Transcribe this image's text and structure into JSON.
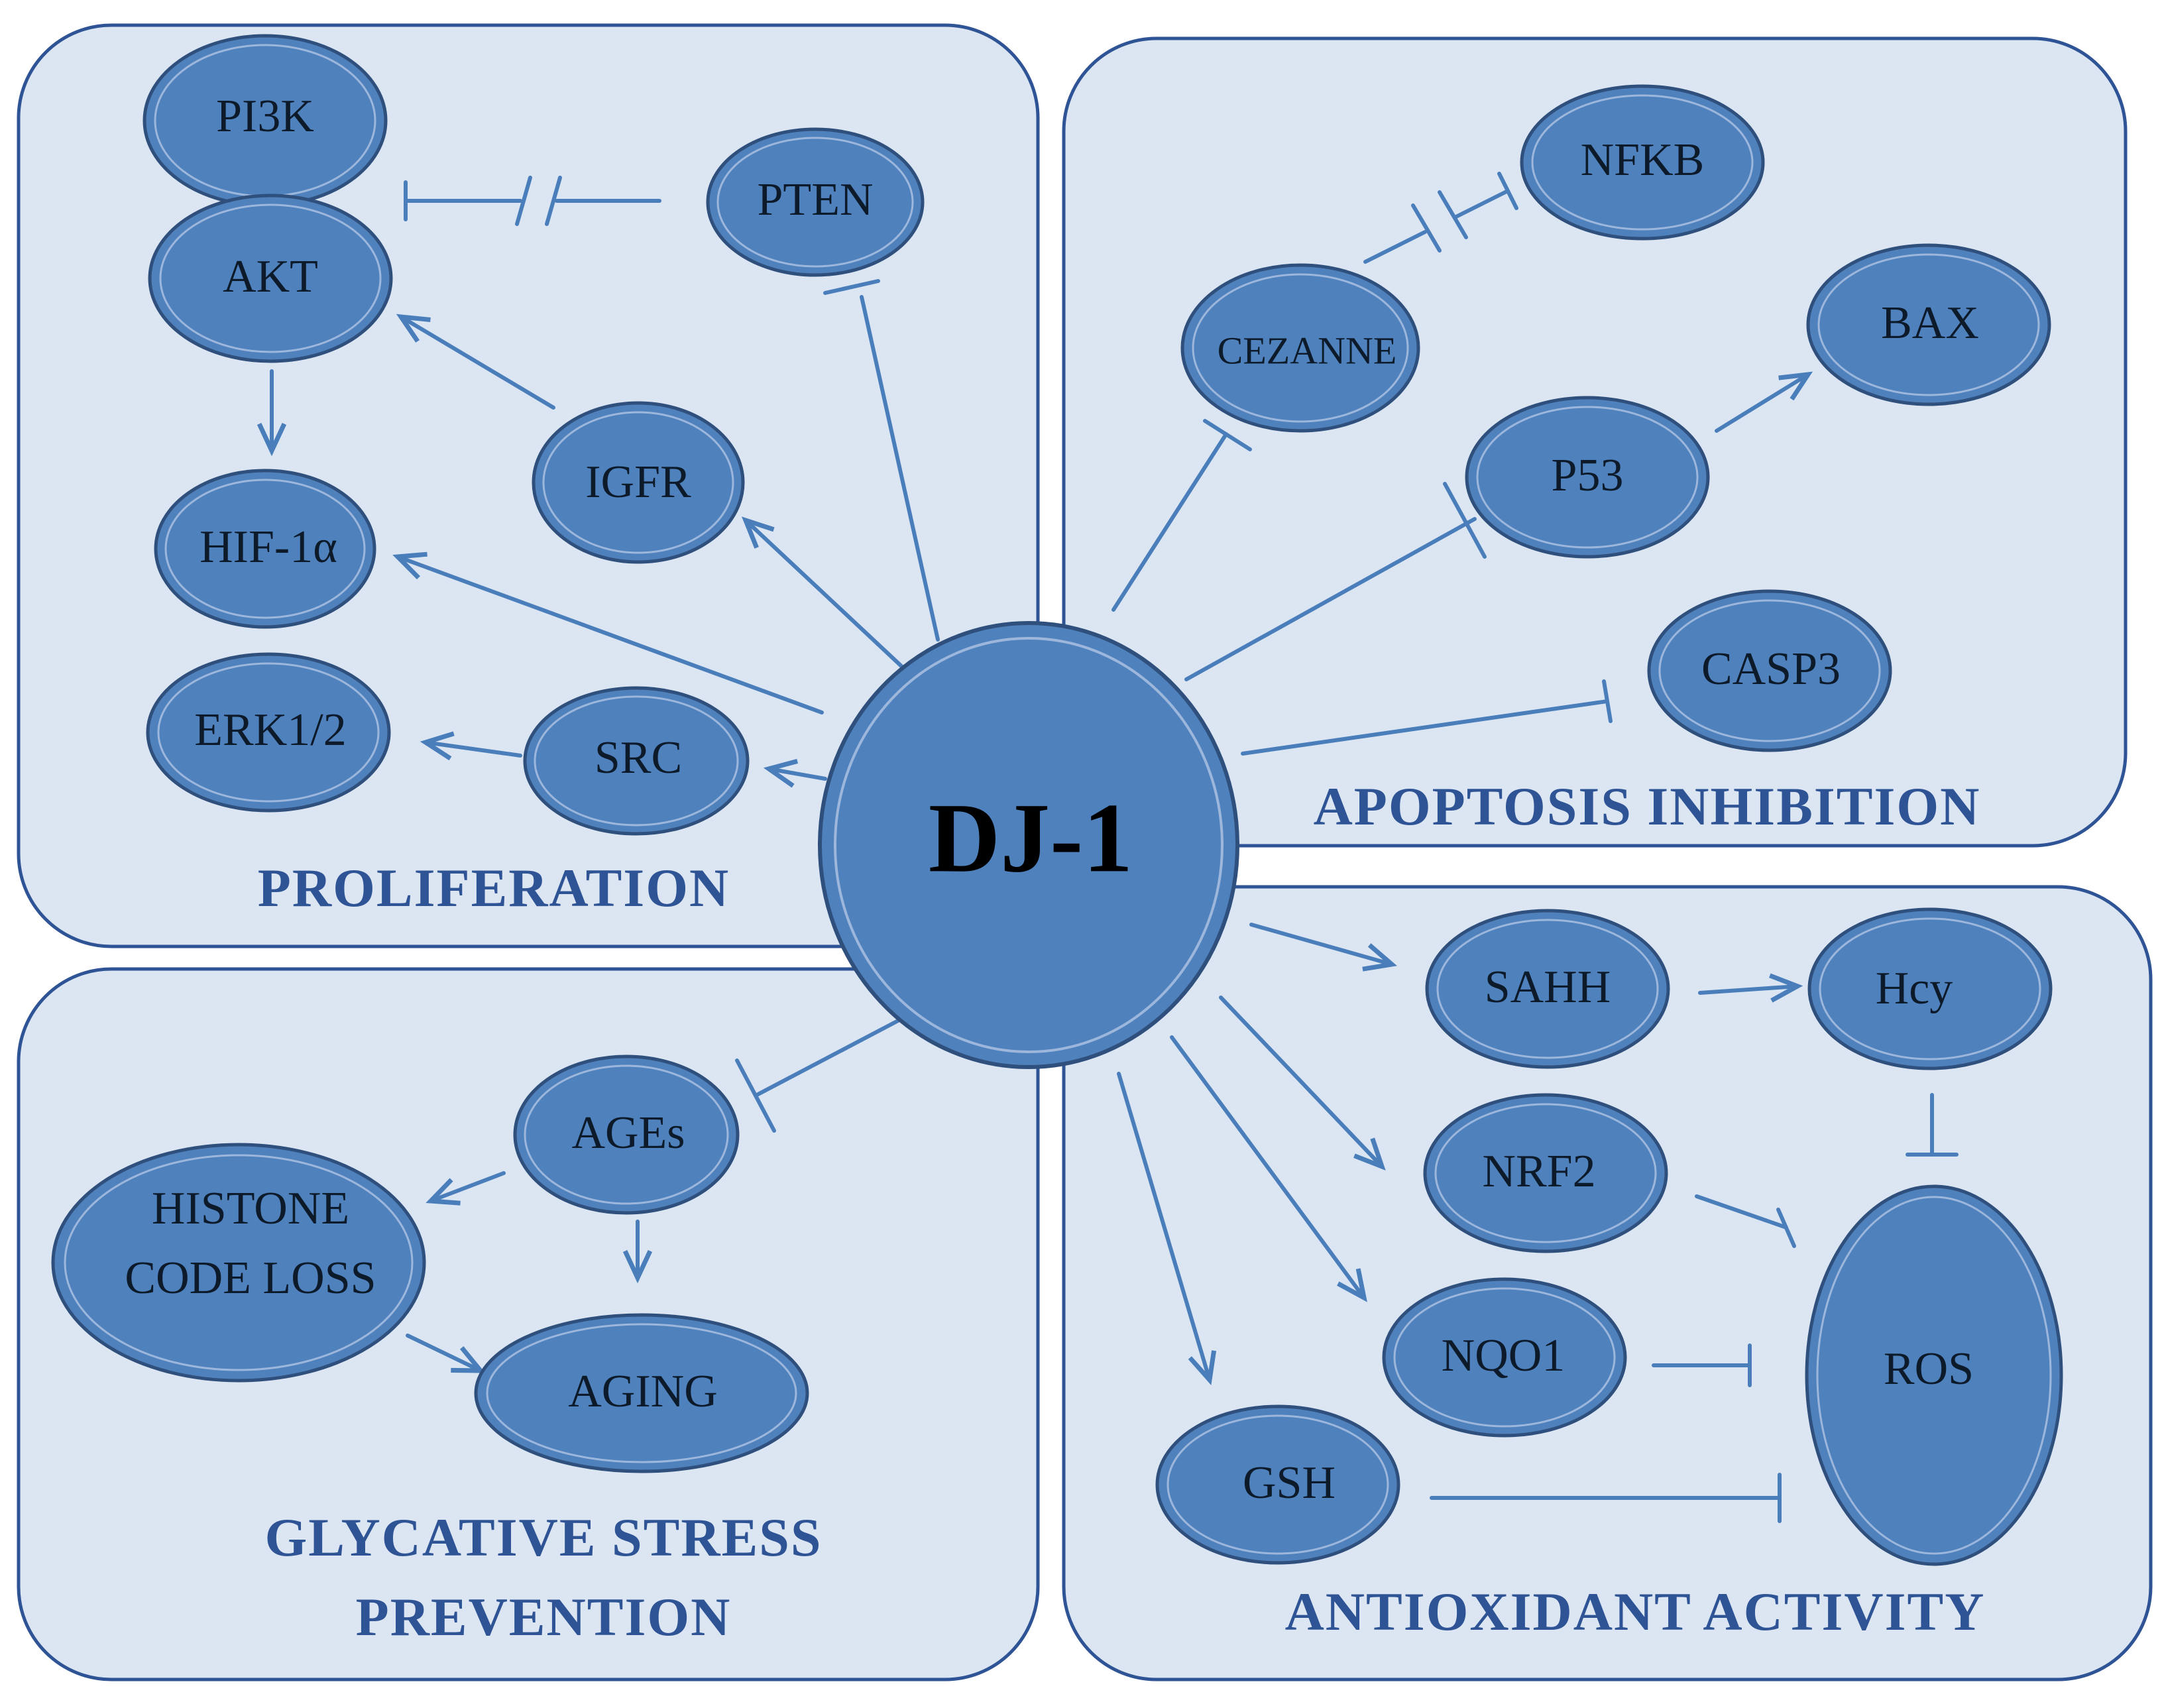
{
  "colors": {
    "panel_fill": "#dce6f2",
    "panel_stroke": "#2f5496",
    "node_fill": "#4f81bd",
    "node_stroke": "#2f4f7c",
    "edge": "#4a7ebb",
    "title": "#2f5496"
  },
  "center": {
    "label": "DJ-1"
  },
  "panels": {
    "proliferation": {
      "title": "PROLIFERATION"
    },
    "apoptosis": {
      "title": "APOPTOSIS INHIBITION"
    },
    "glycative": {
      "title_line1": "GLYCATIVE STRESS",
      "title_line2": "PREVENTION"
    },
    "antioxidant": {
      "title": "ANTIOXIDANT ACTIVITY"
    }
  },
  "nodes": {
    "pi3k": "PI3K",
    "akt": "AKT",
    "pten": "PTEN",
    "igfr": "IGFR",
    "hif1a": "HIF-1α",
    "erk12": "ERK1/2",
    "src": "SRC",
    "nfkb": "NFKB",
    "cezanne": "CEZANNE",
    "bax": "BAX",
    "p53": "P53",
    "casp3": "CASP3",
    "ages": "AGEs",
    "histone_line1": "HISTONE",
    "histone_line2": "CODE LOSS",
    "aging": "AGING",
    "sahh": "SAHH",
    "hcy": "Hcy",
    "nrf2": "NRF2",
    "nqo1": "NQO1",
    "ros": "ROS",
    "gsh": "GSH"
  }
}
